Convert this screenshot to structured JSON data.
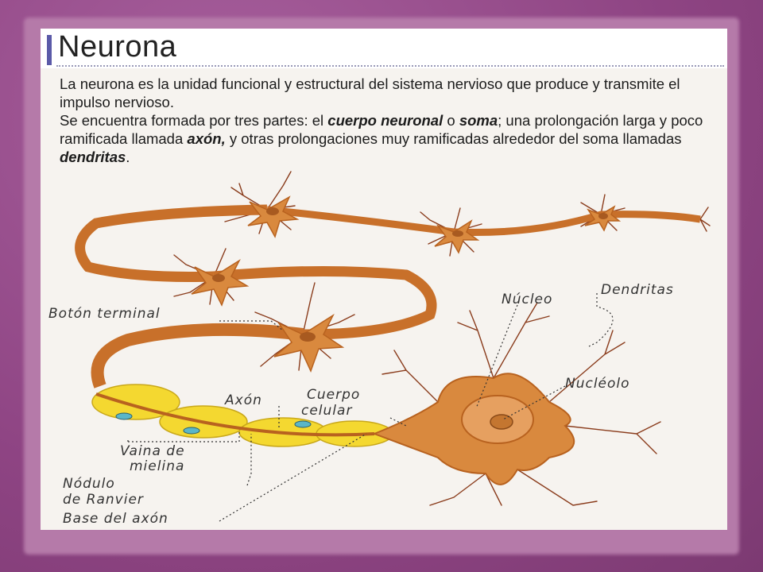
{
  "slide": {
    "title": "Neurona",
    "para1": "La neurona es la unidad funcional y estructural del sistema nervioso que produce y transmite el impulso nervioso.",
    "para2_a": "Se encuentra formada por tres partes: el ",
    "para2_b": "cuerpo neuronal",
    "para2_c": " o ",
    "para2_d": "soma",
    "para2_e": "; una prolongación larga y poco ramificada llamada ",
    "para2_f": "axón,",
    "para2_g": " y otras prolongaciones muy ramificadas alrededor del soma llamadas ",
    "para2_h": "dendritas",
    "para2_i": "."
  },
  "labels": {
    "boton": "Botón terminal",
    "nucleo": "Núcleo",
    "dendritas": "Dendritas",
    "axon": "Axón",
    "cuerpo1": "Cuerpo",
    "cuerpo2": "celular",
    "nucleolo": "Nucléolo",
    "vaina1": "Vaina de",
    "vaina2": "mielina",
    "nodulo1": "Nódulo",
    "nodulo2": "de Ranvier",
    "base": "Base del axón"
  },
  "colors": {
    "frame": "#9a4f8f",
    "cell": "#d9893e",
    "cell_dark": "#b8621f",
    "myelin": "#f4d830",
    "dendrite": "#8a3c1c"
  }
}
